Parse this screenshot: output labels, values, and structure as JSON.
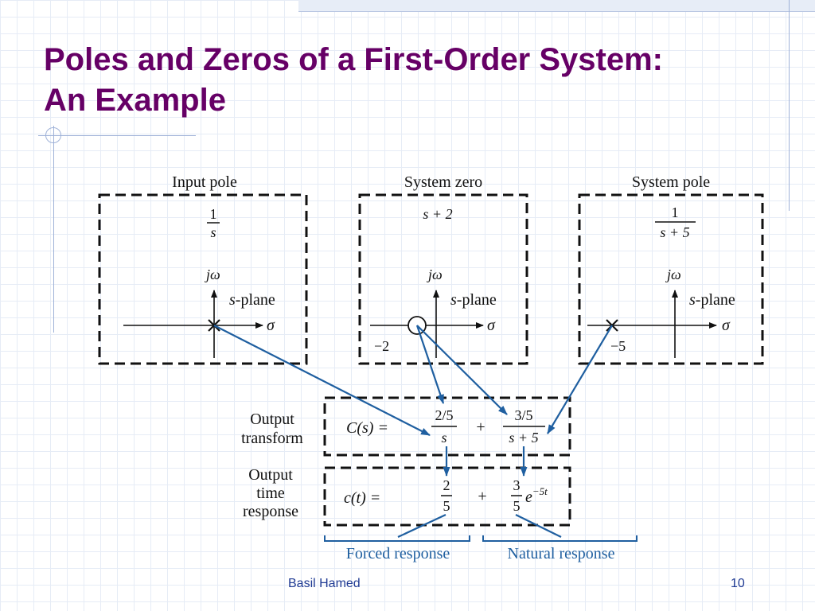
{
  "slide": {
    "title_line1": "Poles and Zeros of a First-Order System:",
    "title_line2": "An Example",
    "footer_author": "Basil Hamed",
    "page_number": "10"
  },
  "diagram": {
    "panels": [
      {
        "heading": "Input pole",
        "tf_numerator": "1",
        "tf_denominator": "s",
        "axis_imag": "jω",
        "axis_real": "σ",
        "plane_label": "-plane",
        "plane_var": "s",
        "marker": "pole",
        "location": "0",
        "point_label": ""
      },
      {
        "heading": "System zero",
        "tf_expression": "s + 2",
        "axis_imag": "jω",
        "axis_real": "σ",
        "plane_label": "-plane",
        "plane_var": "s",
        "marker": "zero",
        "location": "-2",
        "point_label": "−2"
      },
      {
        "heading": "System pole",
        "tf_numerator": "1",
        "tf_denominator": "s + 5",
        "axis_imag": "jω",
        "axis_real": "σ",
        "plane_label": "-plane",
        "plane_var": "s",
        "marker": "pole",
        "location": "-5",
        "point_label": "−5"
      }
    ],
    "output_transform": {
      "label_line1": "Output",
      "label_line2": "transform",
      "lhs": "C(s) =",
      "term1_num": "2/5",
      "term1_den": "s",
      "plus": "+",
      "term2_num": "3/5",
      "term2_den": "s + 5"
    },
    "output_time_response": {
      "label_line1": "Output",
      "label_line2": "time",
      "label_line3": "response",
      "lhs": "c(t) =",
      "term1_num": "2",
      "term1_den": "5",
      "plus": "+",
      "term2_num": "3",
      "term2_den": "5",
      "term2_exp_base": "e",
      "term2_exp_power": "−5t"
    },
    "response_labels": {
      "forced": "Forced response",
      "natural": "Natural response"
    },
    "colors": {
      "arrow": "#1f5fa0",
      "title": "#660066",
      "footer": "#1f3a93"
    }
  }
}
